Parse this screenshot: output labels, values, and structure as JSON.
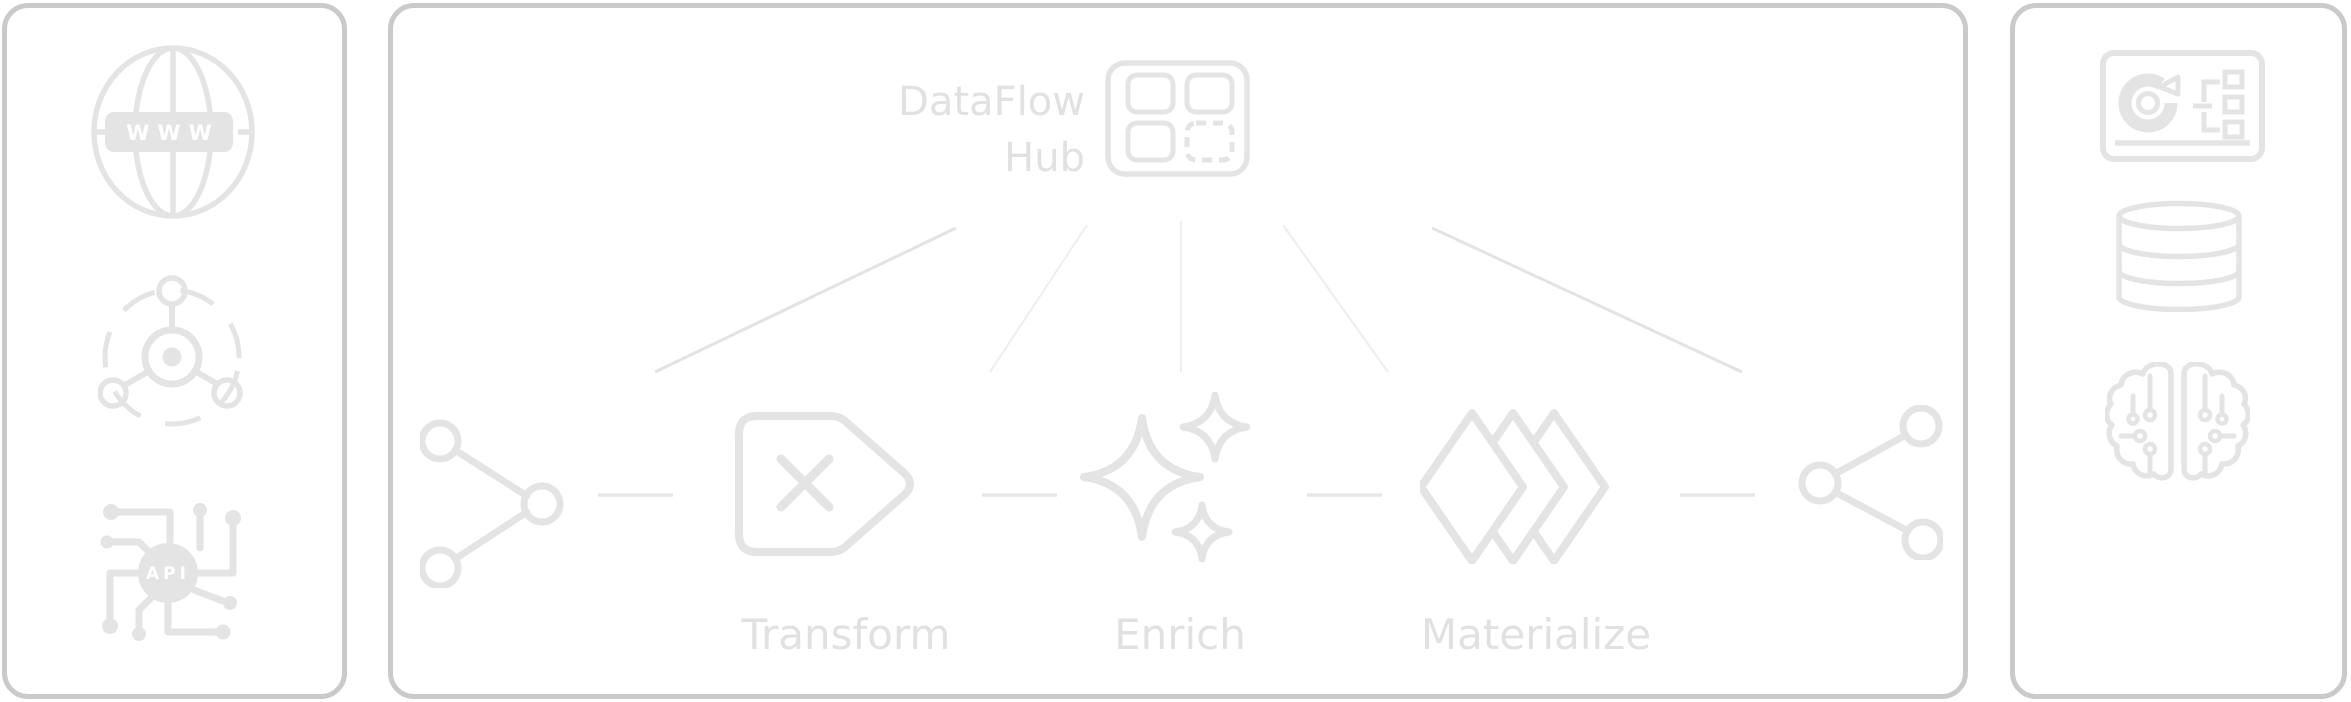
{
  "app": {
    "title_line1": "DataFlow",
    "title_line2": "Hub"
  },
  "colors": {
    "background": "#ffffff",
    "panel_border": "#cacaca",
    "icon_stroke": "#e4e4e4",
    "ray_strong": "#e3e3e3",
    "ray_faint": "#eeeeee",
    "connector_dash": "#e7e7e7",
    "label_text": "#e1e1e1",
    "knockout_text": "#ffffff"
  },
  "sources_panel": {
    "globe_badge_text": "WWW",
    "api_badge_text": "API",
    "icons": [
      "www-globe-icon",
      "distributed-network-icon",
      "api-chip-icon"
    ]
  },
  "hub": {
    "icon": "app-grid-icon"
  },
  "pipeline": {
    "stage_labels": {
      "transform": "Transform",
      "enrich": "Enrich",
      "materialize": "Materialize"
    },
    "icons": [
      "merge-icon",
      "transform-icon",
      "enrich-sparkles-icon",
      "materialize-layers-icon",
      "split-icon"
    ]
  },
  "destinations_panel": {
    "icons": [
      "analytics-dashboard-icon",
      "database-icon",
      "ai-brain-icon"
    ]
  }
}
